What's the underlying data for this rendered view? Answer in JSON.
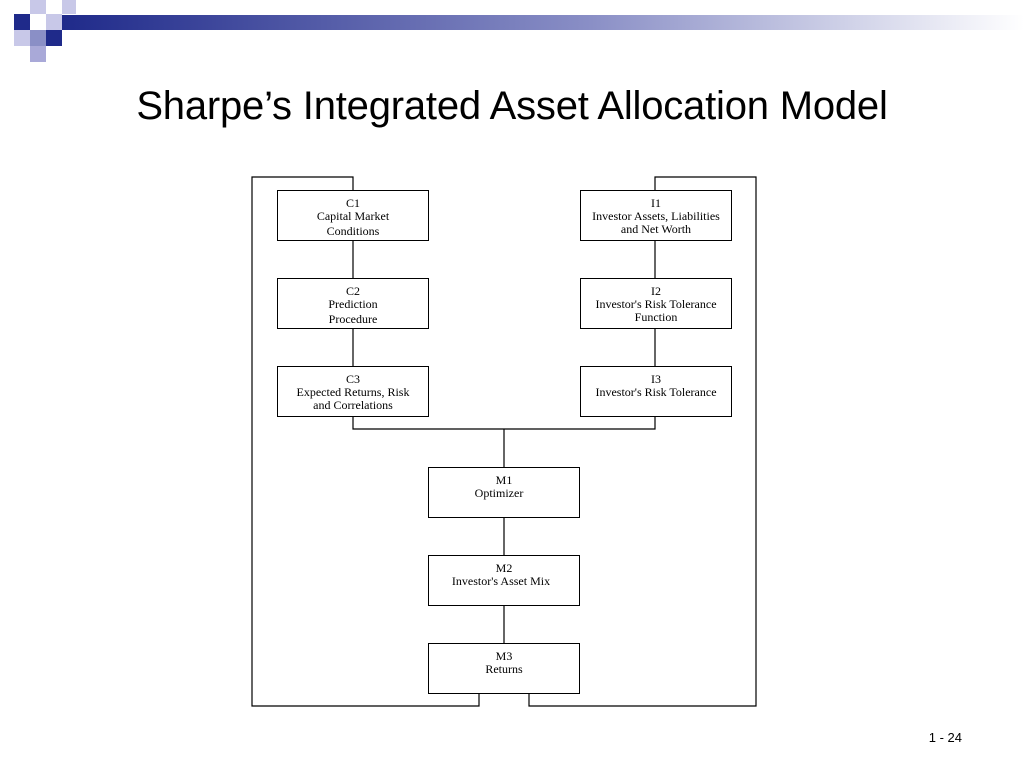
{
  "slide": {
    "title": "Sharpe’s Integrated Asset Allocation Model",
    "page_number": "1 - 24"
  },
  "diagram": {
    "c1": {
      "id": "C1",
      "line1": "Capital Market",
      "line2": "Conditions"
    },
    "c2": {
      "id": "C2",
      "line1": "Prediction",
      "line2": "Procedure"
    },
    "c3": {
      "id": "C3",
      "line1": "Expected Returns, Risk",
      "line2": "and Correlations"
    },
    "i1": {
      "id": "I1",
      "line1": "Investor Assets, Liabilities",
      "line2": "and Net Worth"
    },
    "i2": {
      "id": "I2",
      "line1": "Investor's Risk Tolerance",
      "line2": "Function"
    },
    "i3": {
      "id": "I3",
      "line1": "Investor's Risk Tolerance"
    },
    "m1": {
      "id": "M1",
      "line1": "Optimizer"
    },
    "m2": {
      "id": "M2",
      "line1": "Investor's Asset Mix"
    },
    "m3": {
      "id": "M3",
      "line1": "Returns"
    }
  },
  "colors": {
    "accent_dark": "#1f2a8a",
    "accent_light": "#a9a9d8",
    "line": "#000000"
  }
}
